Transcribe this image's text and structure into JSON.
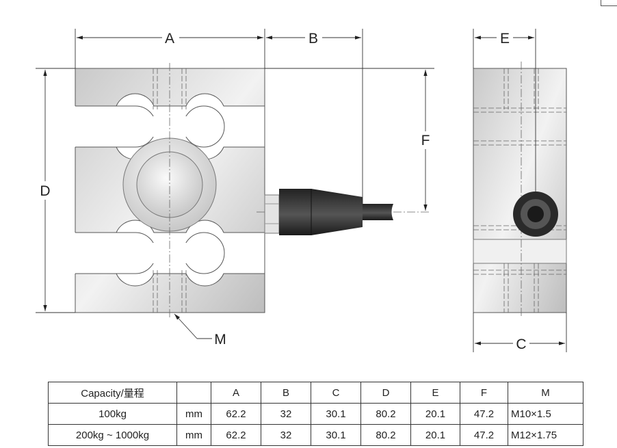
{
  "drawing": {
    "labels": {
      "A": "A",
      "B": "B",
      "C": "C",
      "D": "D",
      "E": "E",
      "F": "F",
      "M": "M"
    }
  },
  "table": {
    "header": [
      "Capacity/量程",
      "",
      "A",
      "B",
      "C",
      "D",
      "E",
      "F",
      "M"
    ],
    "rows": [
      [
        "100kg",
        "mm",
        "62.2",
        "32",
        "30.1",
        "80.2",
        "20.1",
        "47.2",
        "M10×1.5"
      ],
      [
        "200kg ~ 1000kg",
        "mm",
        "62.2",
        "32",
        "30.1",
        "80.2",
        "20.1",
        "47.2",
        "M12×1.75"
      ]
    ]
  }
}
